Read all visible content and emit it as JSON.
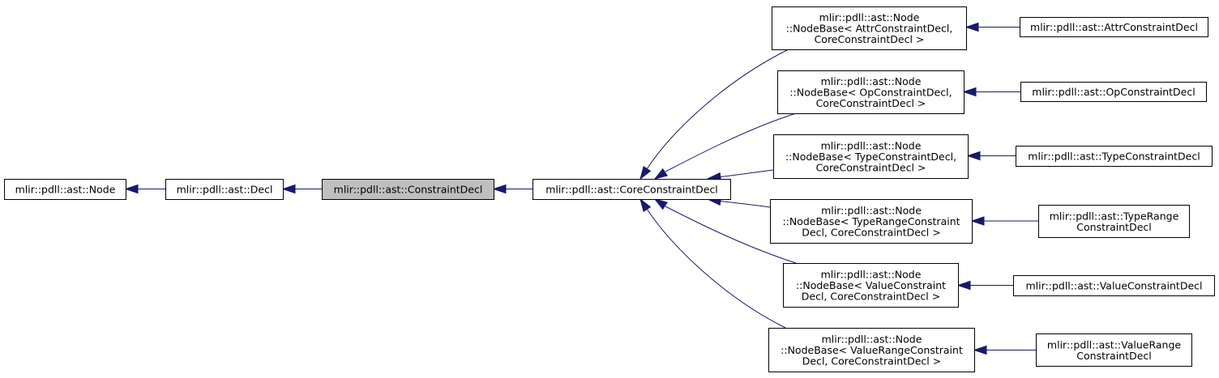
{
  "diagram": {
    "type": "inheritance-graph",
    "colors": {
      "edge": "#191970",
      "node_fill": "#ffffff",
      "highlight_fill": "#bfbfbf",
      "border": "#000000"
    },
    "nodes": [
      {
        "id": "node",
        "lines": [
          "mlir::pdll::ast::Node"
        ]
      },
      {
        "id": "decl",
        "lines": [
          "mlir::pdll::ast::Decl"
        ]
      },
      {
        "id": "constraint",
        "lines": [
          "mlir::pdll::ast::ConstraintDecl"
        ],
        "highlight": true
      },
      {
        "id": "core",
        "lines": [
          "mlir::pdll::ast::CoreConstraintDecl"
        ]
      },
      {
        "id": "nb-attr",
        "lines": [
          "mlir::pdll::ast::Node",
          "::NodeBase< AttrConstraintDecl,",
          "CoreConstraintDecl >"
        ]
      },
      {
        "id": "nb-op",
        "lines": [
          "mlir::pdll::ast::Node",
          "::NodeBase< OpConstraintDecl,",
          "CoreConstraintDecl >"
        ]
      },
      {
        "id": "nb-type",
        "lines": [
          "mlir::pdll::ast::Node",
          "::NodeBase< TypeConstraintDecl,",
          "CoreConstraintDecl >"
        ]
      },
      {
        "id": "nb-typerange",
        "lines": [
          "mlir::pdll::ast::Node",
          "::NodeBase< TypeRangeConstraint",
          "Decl, CoreConstraintDecl >"
        ]
      },
      {
        "id": "nb-value",
        "lines": [
          "mlir::pdll::ast::Node",
          "::NodeBase< ValueConstraint",
          "Decl, CoreConstraintDecl >"
        ]
      },
      {
        "id": "nb-valuerange",
        "lines": [
          "mlir::pdll::ast::Node",
          "::NodeBase< ValueRangeConstraint",
          "Decl, CoreConstraintDecl >"
        ]
      },
      {
        "id": "attr",
        "lines": [
          "mlir::pdll::ast::AttrConstraintDecl"
        ]
      },
      {
        "id": "op",
        "lines": [
          "mlir::pdll::ast::OpConstraintDecl"
        ]
      },
      {
        "id": "type",
        "lines": [
          "mlir::pdll::ast::TypeConstraintDecl"
        ]
      },
      {
        "id": "typerange",
        "lines": [
          "mlir::pdll::ast::TypeRange",
          "ConstraintDecl"
        ]
      },
      {
        "id": "value",
        "lines": [
          "mlir::pdll::ast::ValueConstraintDecl"
        ]
      },
      {
        "id": "valuerange",
        "lines": [
          "mlir::pdll::ast::ValueRange",
          "ConstraintDecl"
        ]
      }
    ],
    "edges": [
      {
        "from": "decl",
        "to": "node"
      },
      {
        "from": "constraint",
        "to": "decl"
      },
      {
        "from": "core",
        "to": "constraint"
      },
      {
        "from": "nb-attr",
        "to": "core"
      },
      {
        "from": "nb-op",
        "to": "core"
      },
      {
        "from": "nb-type",
        "to": "core"
      },
      {
        "from": "nb-typerange",
        "to": "core"
      },
      {
        "from": "nb-value",
        "to": "core"
      },
      {
        "from": "nb-valuerange",
        "to": "core"
      },
      {
        "from": "attr",
        "to": "nb-attr"
      },
      {
        "from": "op",
        "to": "nb-op"
      },
      {
        "from": "type",
        "to": "nb-type"
      },
      {
        "from": "typerange",
        "to": "nb-typerange"
      },
      {
        "from": "value",
        "to": "nb-value"
      },
      {
        "from": "valuerange",
        "to": "nb-valuerange"
      }
    ]
  }
}
